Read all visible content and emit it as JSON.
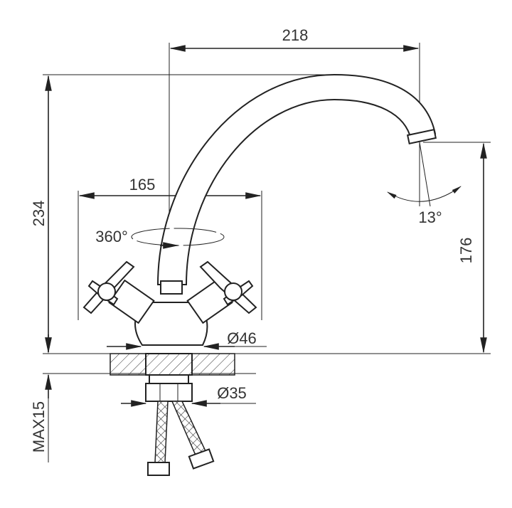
{
  "title": "Faucet technical drawing",
  "dimensions": {
    "spout_reach": "218",
    "handle_span": "165",
    "total_height": "234",
    "spout_height": "176",
    "rotation": "360°",
    "spout_angle": "13°",
    "base_diameter": "Ø46",
    "mount_diameter": "Ø35",
    "max_counter_thickness": "MAX15"
  }
}
